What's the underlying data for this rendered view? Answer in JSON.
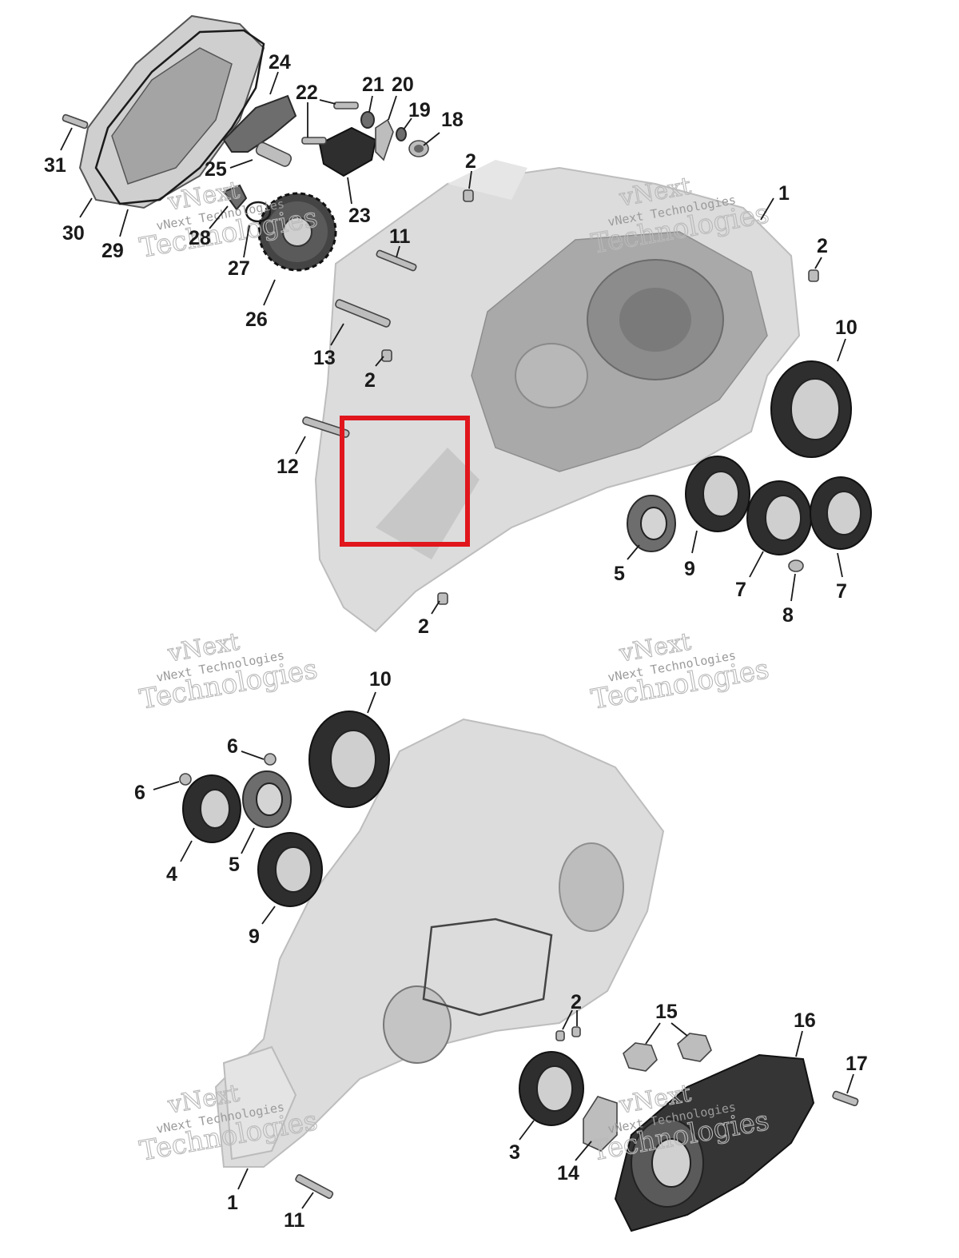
{
  "callouts": [
    {
      "label": "1"
    },
    {
      "label": "2"
    },
    {
      "label": "2"
    },
    {
      "label": "2"
    },
    {
      "label": "2"
    },
    {
      "label": "5"
    },
    {
      "label": "7"
    },
    {
      "label": "7"
    },
    {
      "label": "8"
    },
    {
      "label": "9"
    },
    {
      "label": "10"
    },
    {
      "label": "11"
    },
    {
      "label": "12"
    },
    {
      "label": "13"
    },
    {
      "label": "18"
    },
    {
      "label": "19"
    },
    {
      "label": "20"
    },
    {
      "label": "21"
    },
    {
      "label": "22"
    },
    {
      "label": "23"
    },
    {
      "label": "24"
    },
    {
      "label": "25"
    },
    {
      "label": "26"
    },
    {
      "label": "27"
    },
    {
      "label": "28"
    },
    {
      "label": "29"
    },
    {
      "label": "30"
    },
    {
      "label": "31"
    },
    {
      "label": "10"
    },
    {
      "label": "6"
    },
    {
      "label": "6"
    },
    {
      "label": "4"
    },
    {
      "label": "5"
    },
    {
      "label": "9"
    },
    {
      "label": "2"
    },
    {
      "label": "15"
    },
    {
      "label": "16"
    },
    {
      "label": "17"
    },
    {
      "label": "3"
    },
    {
      "label": "14"
    },
    {
      "label": "1"
    },
    {
      "label": "11"
    }
  ],
  "watermarks": [
    {
      "big": "vNext",
      "small": "vNext Technologies",
      "big2": "Technologies"
    },
    {
      "big": "vNext",
      "small": "vNext Technologies",
      "big2": "Technologies"
    },
    {
      "big": "vNext",
      "small": "vNext Technologies",
      "big2": "Technologies"
    },
    {
      "big": "vNext",
      "small": "vNext Technologies",
      "big2": "Technologies"
    },
    {
      "big": "vNext",
      "small": "vNext Technologies",
      "big2": "Technologies"
    },
    {
      "big": "vNext",
      "small": "vNext Technologies",
      "big2": "Technologies"
    }
  ],
  "highlight_color": "#e0161c"
}
